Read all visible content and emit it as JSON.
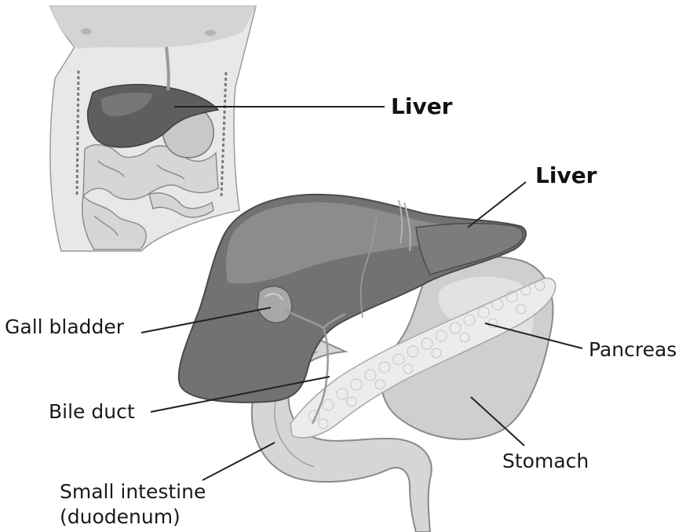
{
  "labels": {
    "liver_torso": "Liver",
    "liver_main": "Liver",
    "gall_bladder": "Gall bladder",
    "pancreas": "Pancreas",
    "bile_duct": "Bile duct",
    "stomach": "Stomach",
    "small_intestine_line1": "Small intestine",
    "small_intestine_line2": "(duodenum)"
  },
  "colors": {
    "liver": "#6e6e6e",
    "liver_light": "#8a8a8a",
    "skin": "#e6e6e6",
    "stomach": "#d0d0d0",
    "pancreas": "#ececec",
    "duodenum": "#d8d8d8",
    "line": "#222222"
  }
}
